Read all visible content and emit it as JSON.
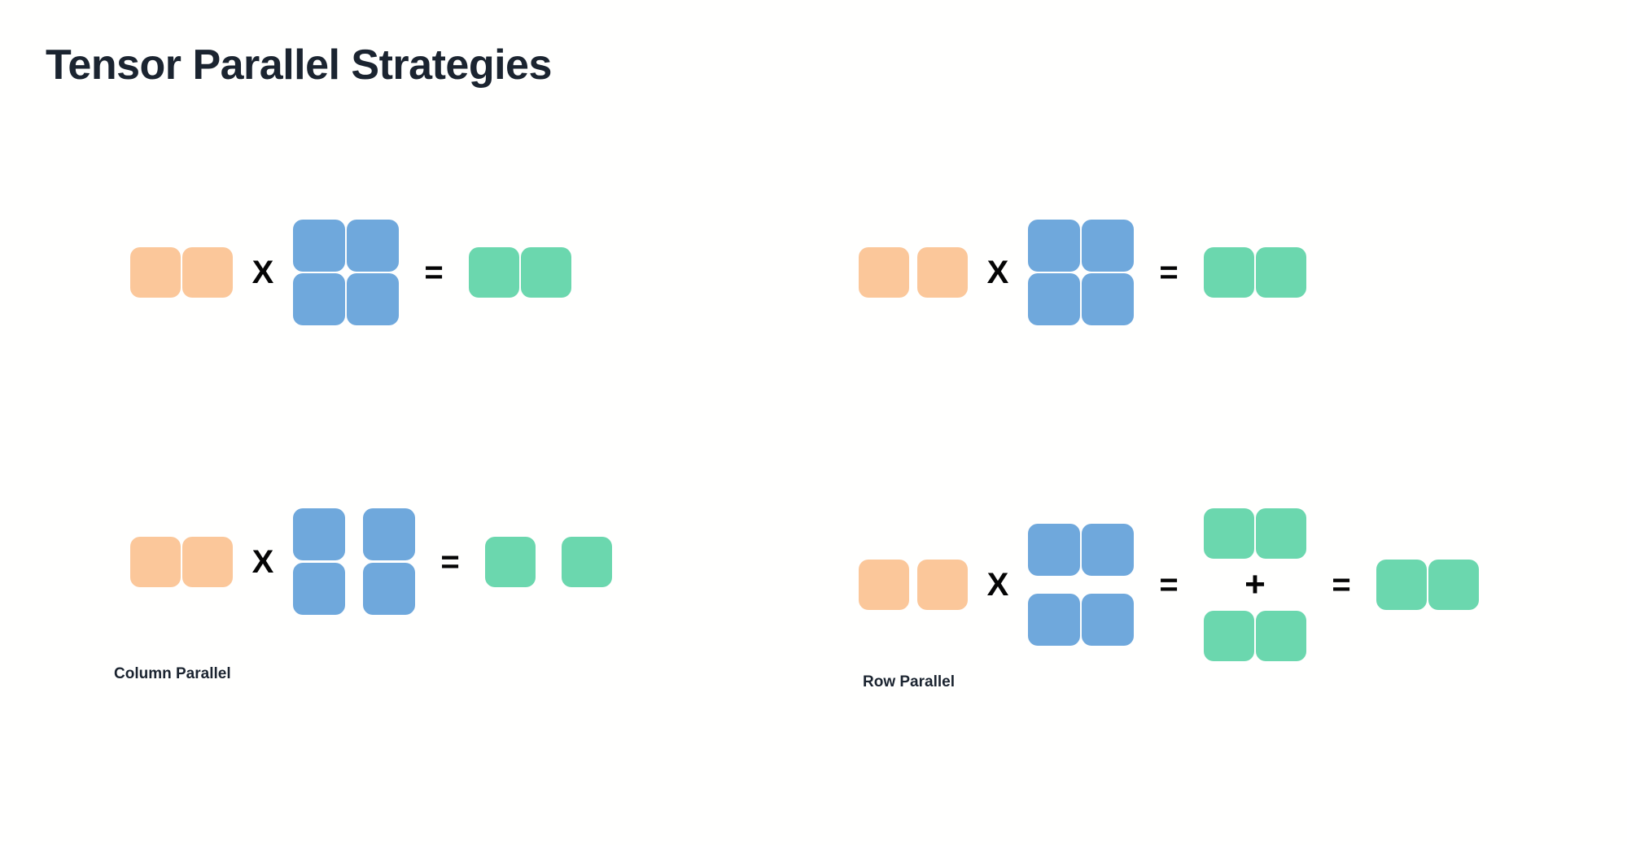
{
  "page": {
    "title": "Tensor Parallel Strategies",
    "background_color": "#FFFFFE"
  },
  "palette": {
    "input_orange": "#FBC79A",
    "weight_blue": "#6FA8DC",
    "output_green": "#6BD7AE",
    "text_dark": "#1B2430",
    "operator_black": "#050505"
  },
  "operators": {
    "multiply": "X",
    "equals": "=",
    "plus": "+"
  },
  "captions": {
    "column_parallel": "Column Parallel",
    "row_parallel": "Row Parallel"
  },
  "diagrams": {
    "column_parallel": {
      "caption": "Column Parallel",
      "unsharded": {
        "input": {
          "shape": "1x2",
          "color": "orange",
          "split": "none"
        },
        "weight": {
          "shape": "2x2",
          "color": "blue",
          "split": "none"
        },
        "output": {
          "shape": "1x2",
          "color": "green",
          "split": "none"
        }
      },
      "sharded": {
        "input": {
          "shape": "1x2",
          "color": "orange",
          "split": "none"
        },
        "weight": {
          "shape": "2x2",
          "color": "blue",
          "split": "by-column"
        },
        "output": {
          "shape": "1x2",
          "color": "green",
          "split": "by-column"
        }
      }
    },
    "row_parallel": {
      "caption": "Row Parallel",
      "unsharded": {
        "input": {
          "shape": "1x2",
          "color": "orange",
          "split": "none"
        },
        "weight": {
          "shape": "2x2",
          "color": "blue",
          "split": "none"
        },
        "output": {
          "shape": "1x2",
          "color": "green",
          "split": "none"
        }
      },
      "sharded": {
        "input": {
          "shape": "1x2",
          "color": "orange",
          "split": "none"
        },
        "weight": {
          "shape": "2x2",
          "color": "blue",
          "split": "by-row"
        },
        "partial_sums": [
          {
            "shape": "1x2",
            "color": "green"
          },
          {
            "shape": "1x2",
            "color": "green"
          }
        ],
        "output": {
          "shape": "1x2",
          "color": "green",
          "split": "none"
        }
      }
    }
  }
}
